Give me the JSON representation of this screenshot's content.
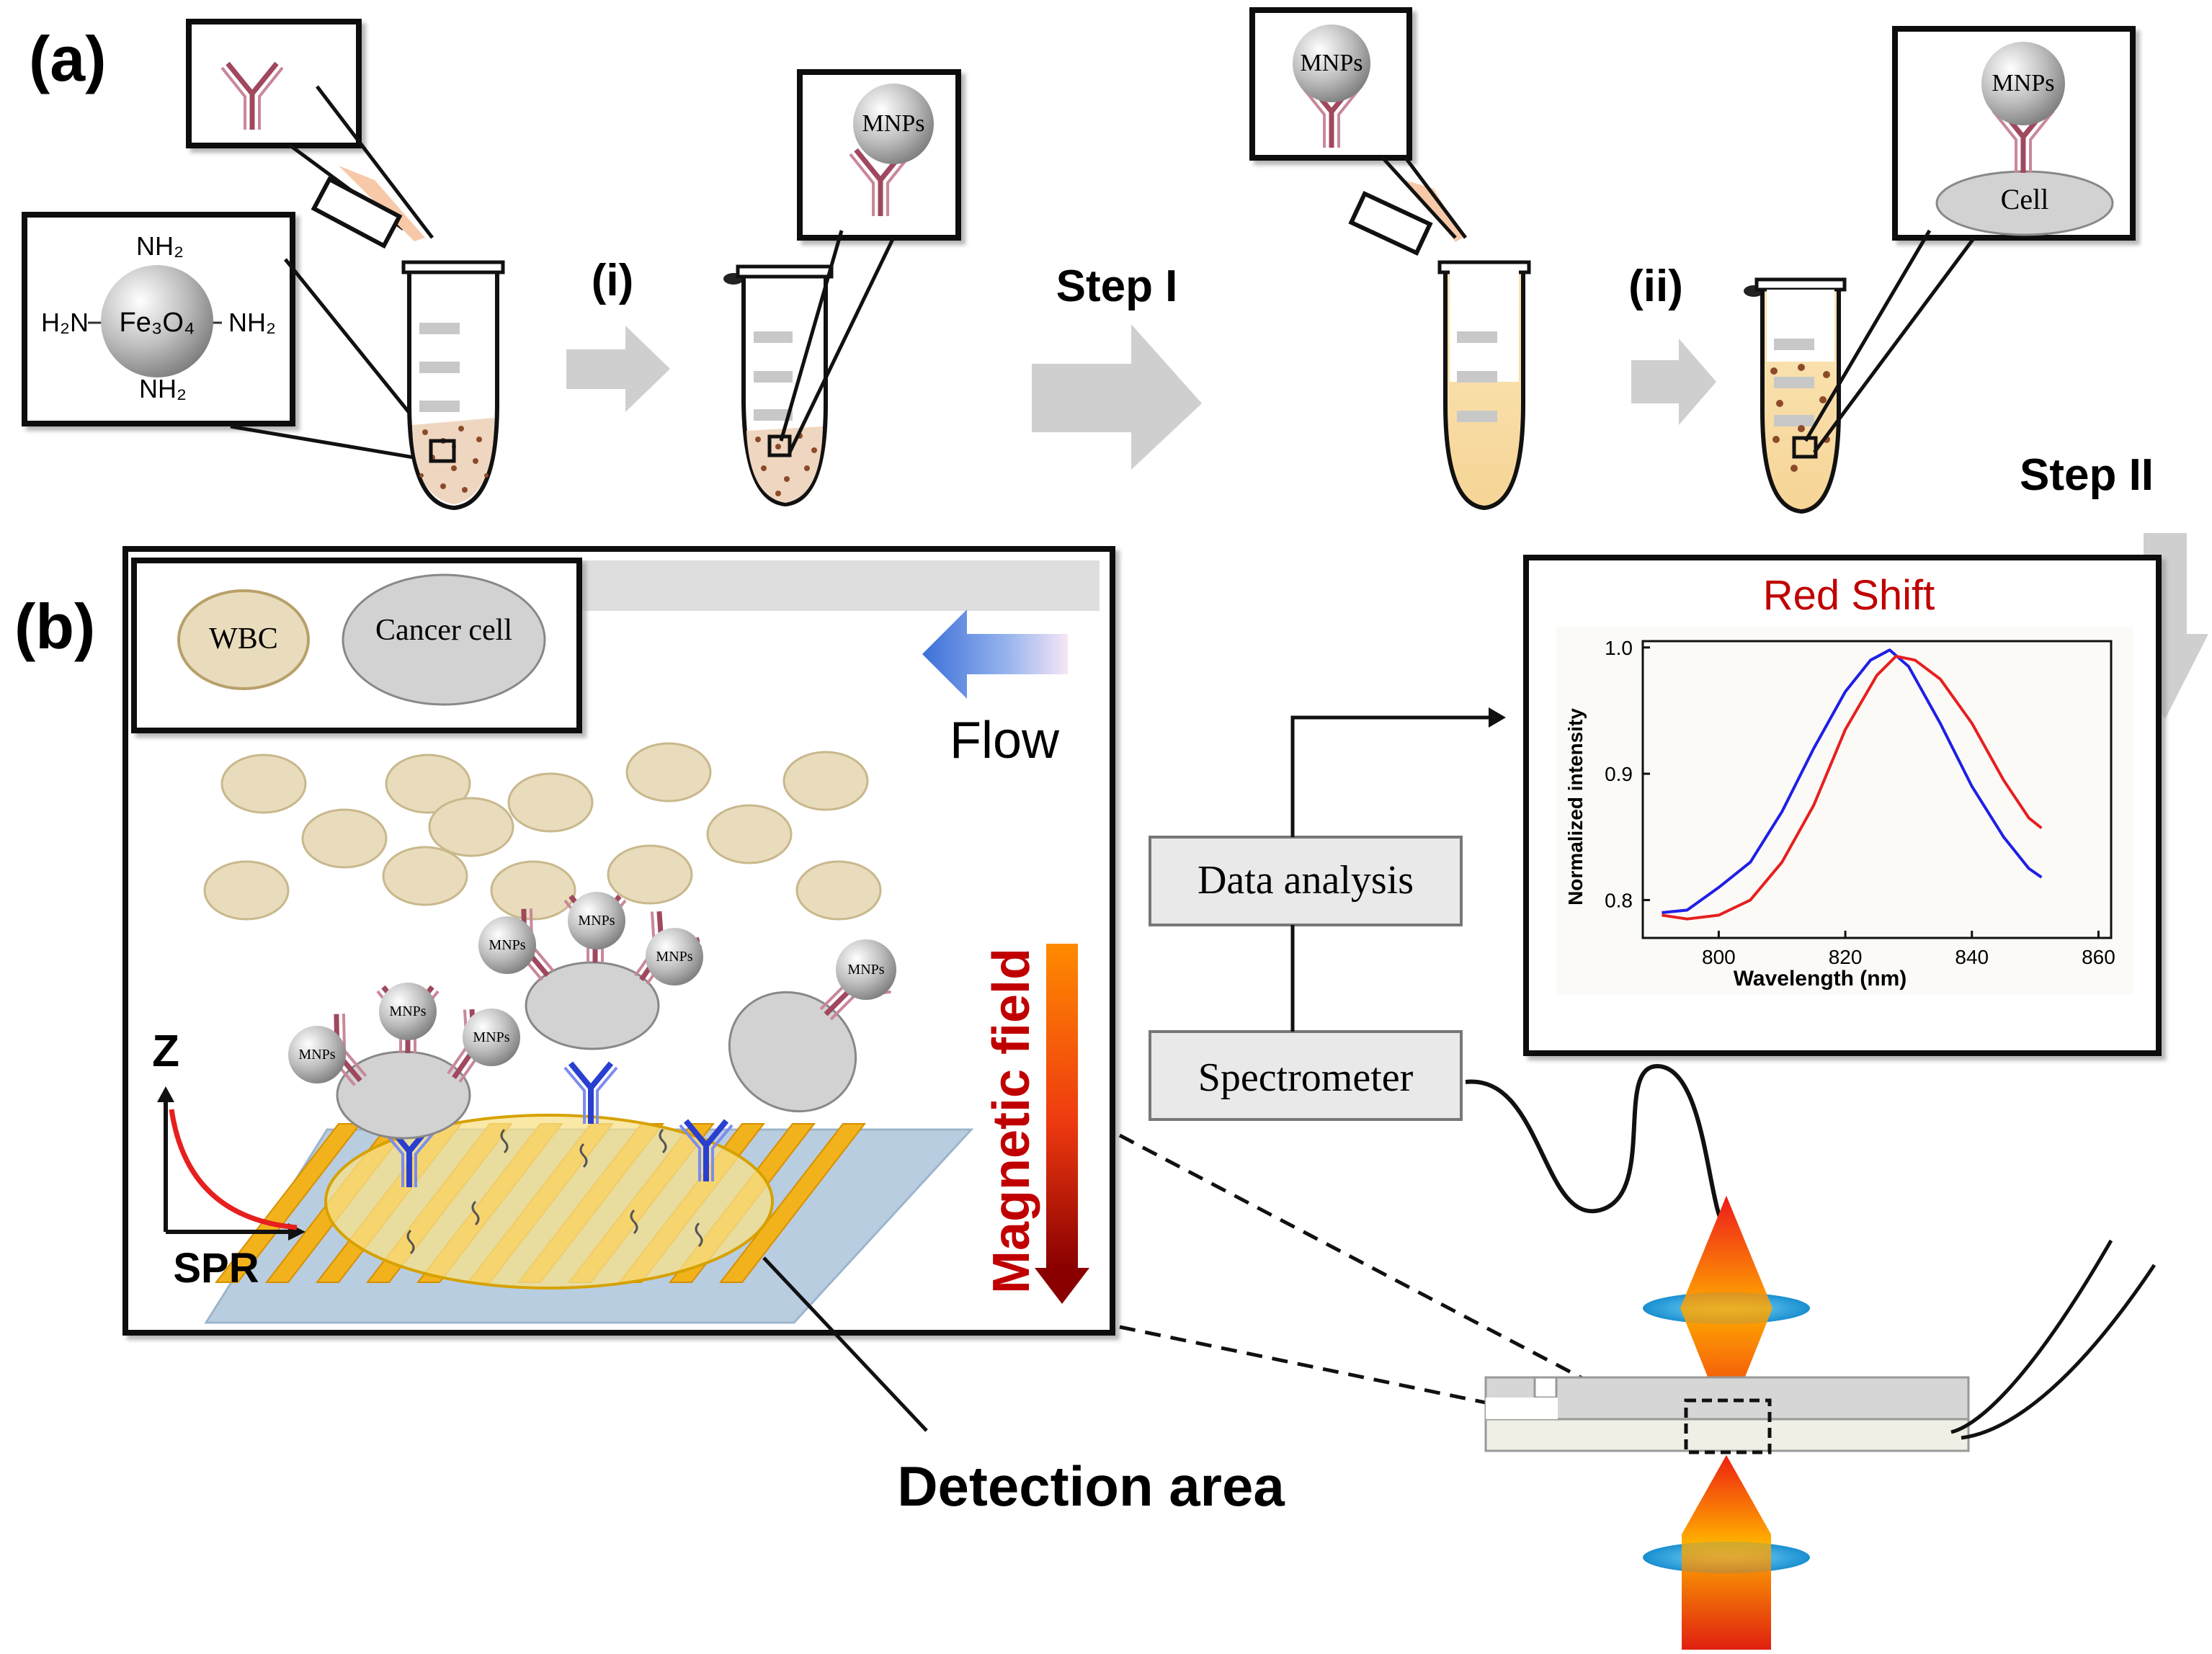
{
  "panel_a": {
    "label": "(a)",
    "step_i": "(i)",
    "step_ii": "(ii)",
    "step_I": "Step I",
    "step_II": "Step II",
    "fe3o4": {
      "top": "NH₂",
      "left": "H₂N",
      "right": "NH₂",
      "bottom": "NH₂",
      "core": "Fe₃O₄"
    },
    "mnps": "MNPs",
    "cell": "Cell"
  },
  "panel_b": {
    "label": "(b)",
    "legend_wbc": "WBC",
    "legend_cancer": "Cancer cell",
    "flow": "Flow",
    "magnetic_field": "Magnetic field",
    "mnps": "MNPs",
    "axis_z": "Z",
    "spr": "SPR",
    "detection_area": "Detection area",
    "data_analysis": "Data analysis",
    "spectrometer": "Spectrometer"
  },
  "chart_data": {
    "type": "line",
    "title": "Red Shift",
    "xlabel": "Wavelength (nm)",
    "ylabel": "Normalized intensity",
    "xlim": [
      788,
      862
    ],
    "ylim": [
      0.77,
      1.005
    ],
    "xticks": [
      800,
      820,
      840,
      860
    ],
    "yticks": [
      0.8,
      0.9,
      1.0
    ],
    "ytick_labels": [
      "0.8",
      "0.9",
      "1.0"
    ],
    "series": [
      {
        "color": "#1f1fe6",
        "x": [
          791,
          795,
          800,
          805,
          810,
          815,
          820,
          824,
          827,
          830,
          835,
          840,
          845,
          849,
          851
        ],
        "y": [
          0.79,
          0.792,
          0.81,
          0.83,
          0.87,
          0.92,
          0.965,
          0.99,
          0.998,
          0.985,
          0.94,
          0.89,
          0.85,
          0.825,
          0.818
        ]
      },
      {
        "color": "#e61f1f",
        "x": [
          791,
          795,
          800,
          805,
          810,
          815,
          820,
          825,
          828,
          831,
          835,
          840,
          845,
          849,
          851
        ],
        "y": [
          0.788,
          0.785,
          0.788,
          0.8,
          0.83,
          0.875,
          0.935,
          0.978,
          0.993,
          0.99,
          0.975,
          0.94,
          0.895,
          0.865,
          0.857
        ]
      }
    ]
  },
  "colors": {
    "antibody_red": "#a0485e",
    "antibody_blue": "#2a3fd0",
    "wbc_fill": "#e9dcbc",
    "cancer_fill": "#d2d2d2",
    "grating": "#f2b21c",
    "arrow_gray": "#cfcfcf"
  }
}
